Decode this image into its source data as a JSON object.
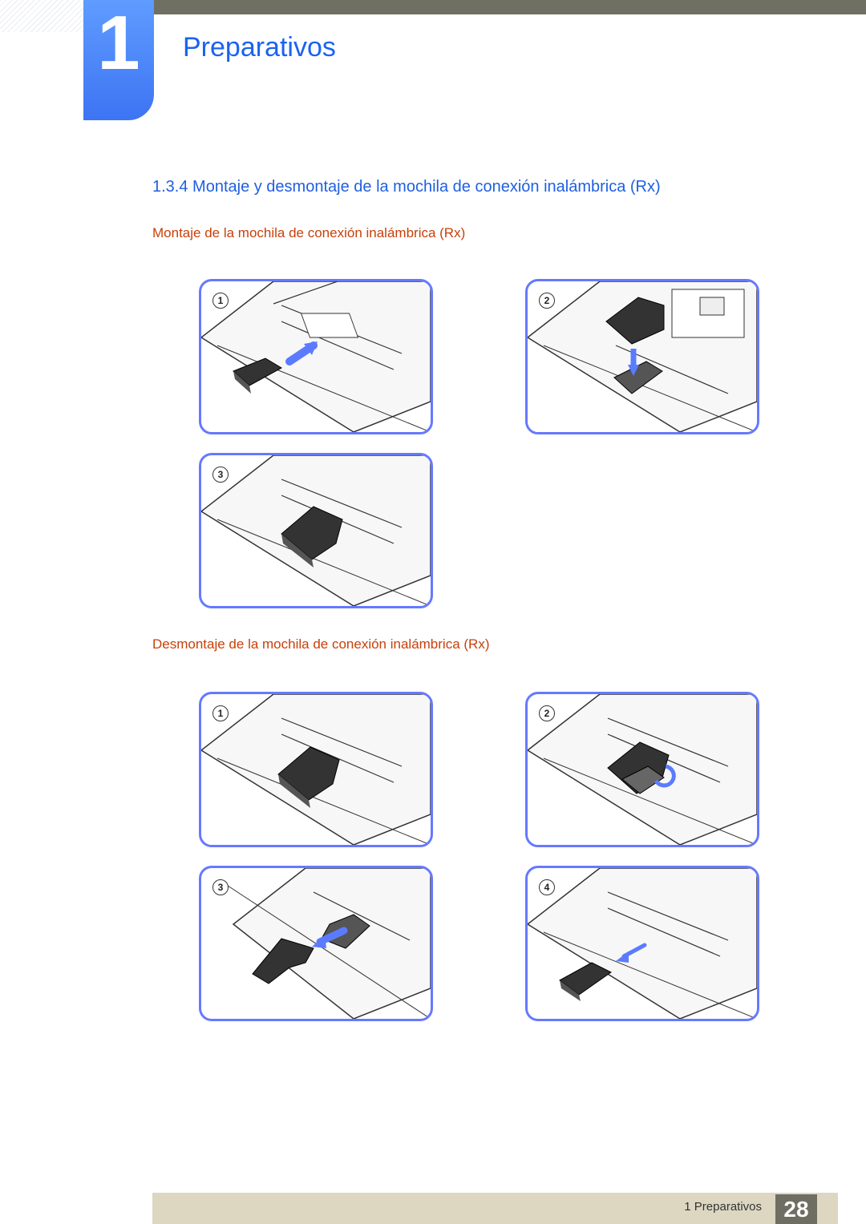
{
  "chapter": {
    "number": "1",
    "title": "Preparativos"
  },
  "section": {
    "title": "1.3.4   Montaje y desmontaje de la mochila de conexión inalámbrica (Rx)"
  },
  "mount": {
    "heading": "Montaje de la mochila de conexión inalámbrica (Rx)",
    "steps": [
      "1",
      "2",
      "3"
    ]
  },
  "unmount": {
    "heading": "Desmontaje de la mochila de conexión inalámbrica (Rx)",
    "steps": [
      "1",
      "2",
      "3",
      "4"
    ]
  },
  "footer": {
    "label": "1 Preparativos",
    "page": "28"
  },
  "colors": {
    "accent": "#1a63f0",
    "subheading": "#c8400a",
    "panel_border": "#6679ff",
    "arrow": "#5b7bff"
  }
}
